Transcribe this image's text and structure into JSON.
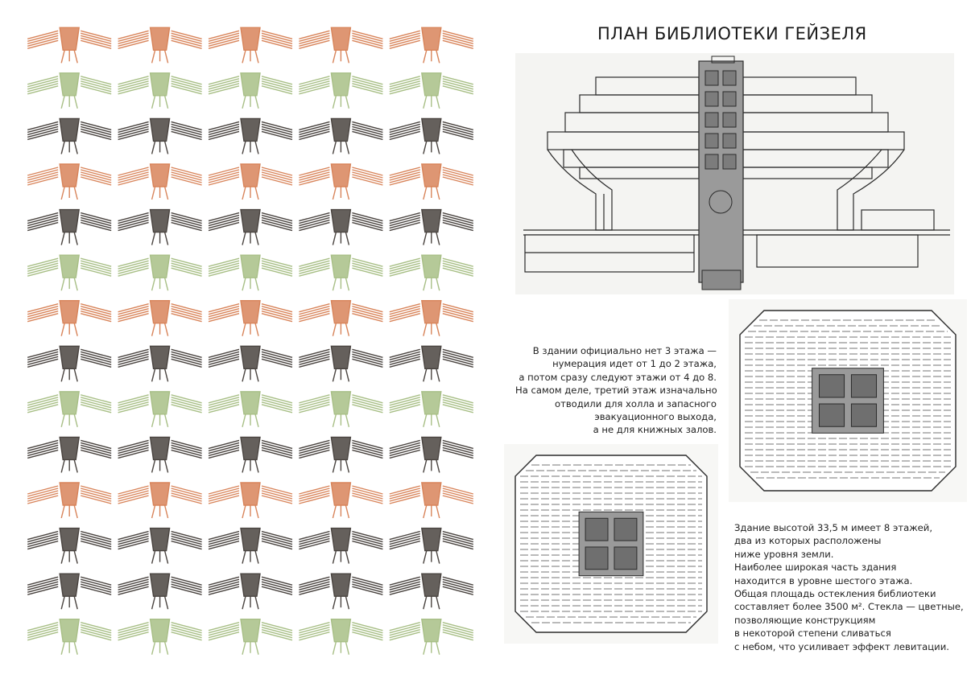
{
  "title": "ПЛАН БИБЛИОТЕКИ ГЕЙЗЕЛЯ",
  "caption_floors": [
    "В здании официально нет 3 этажа —",
    "нумерация идет от 1 до 2 этажа,",
    "а потом сразу следуют этажи от 4 до 8.",
    "На самом деле, третий этаж изначально",
    "отводили для холла и запасного",
    "эвакуационного выхода,",
    "а не для книжных залов."
  ],
  "caption_height": [
    "Здание высотой 33,5 м имеет 8 этажей,",
    "два из которых расположены",
    "ниже уровня земли.",
    "Наиболее широкая часть здания",
    "находится в уровне шестого этажа.",
    "Общая площадь остекления библиотеки",
    "составляет более 3500 м². Стекла — цветные,",
    "позволяющие конструкциям",
    "в некоторой степени сливаться",
    "с небом, что усиливает эффект левитации."
  ],
  "pattern": {
    "columns": 5,
    "rows": 14,
    "colors": {
      "orange": "#d8845a",
      "green": "#a8bf86",
      "dark": "#4a4440"
    },
    "row_colors": [
      "orange",
      "green",
      "dark",
      "orange",
      "dark",
      "green",
      "orange",
      "dark",
      "green",
      "dark",
      "orange",
      "dark",
      "dark",
      "green"
    ]
  },
  "colors": {
    "drawing_line": "#2b2b2b",
    "drawing_fill": "#9a9a9a",
    "drawing_bg": "#f4f4f2"
  }
}
